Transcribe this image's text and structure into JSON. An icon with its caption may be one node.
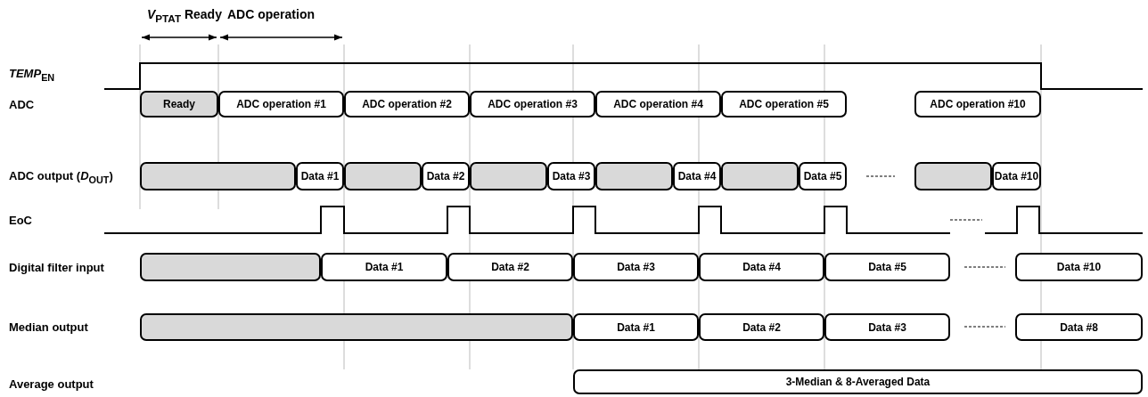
{
  "diagram": {
    "nodes": [
      {
        "text": [
          "Ready"
        ]
      },
      {
        "text": [
          "ADC operation #1"
        ]
      },
      {
        "text": [
          "ADC operation #2"
        ]
      },
      {
        "text": [
          "ADC operation #3"
        ]
      },
      {
        "text": [
          "ADC operation #4"
        ]
      },
      {
        "text": [
          "ADC operation #5"
        ]
      },
      {
        "text": [
          "ADC operation #10"
        ]
      },
      {
        "text": [],
        "shape": "box"
      },
      {
        "text": [
          "Data #1"
        ]
      },
      {
        "text": [],
        "shape": "box"
      },
      {
        "text": [
          "Data #2"
        ]
      },
      {
        "text": [],
        "shape": "box"
      },
      {
        "text": [
          "Data #3"
        ]
      },
      {
        "text": [],
        "shape": "box"
      },
      {
        "text": [
          "Data #4"
        ]
      },
      {
        "text": [],
        "shape": "box"
      },
      {
        "text": [
          "Data #5"
        ]
      },
      {
        "text": [],
        "shape": "box"
      },
      {
        "text": [
          "Data #10"
        ]
      },
      {
        "text": [],
        "shape": "box"
      },
      {
        "text": [
          "Data #1"
        ]
      },
      {
        "text": [
          "Data #2"
        ]
      },
      {
        "text": [
          "Data #3"
        ]
      },
      {
        "text": [
          "Data #4"
        ]
      },
      {
        "text": [
          "Data #5"
        ]
      },
      {
        "text": [
          "Data #10"
        ]
      },
      {
        "text": [],
        "shape": "box"
      },
      {
        "text": [
          "Data #1"
        ]
      },
      {
        "text": [
          "Data #2"
        ]
      },
      {
        "text": [
          "Data #3"
        ]
      },
      {
        "text": [
          "Data #8"
        ]
      },
      {
        "text": [
          "3-Median & 8-Averaged Data"
        ]
      }
    ],
    "labels": [
      "*V*$_{PTAT}$ Ready",
      "ADC operation",
      "*TEMP*$_{EN}$",
      "ADC",
      "ADC output (*D*$_{OUT}$)",
      "EoC",
      "Digital filter input",
      "Median output",
      "Average output"
    ]
  }
}
